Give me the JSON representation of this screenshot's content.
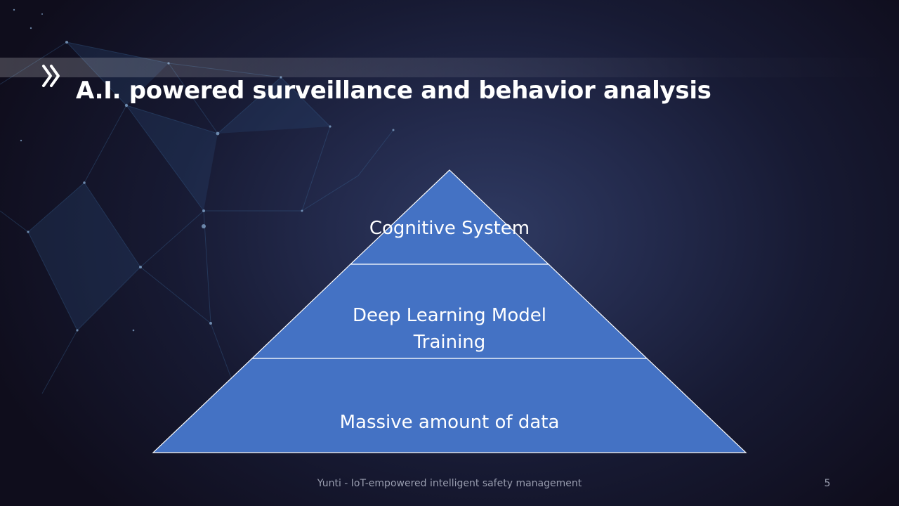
{
  "slide": {
    "title": "A.I. powered surveillance and behavior analysis",
    "title_icon": "double-chevron-right-icon",
    "footer": "Yunti - IoT-empowered intelligent safety management",
    "page_number": "5"
  },
  "pyramid": {
    "levels": [
      {
        "label": "Cognitive System",
        "lines": [
          "Cognitive System"
        ]
      },
      {
        "label": "Deep Learning Model Training",
        "lines": [
          "Deep Learning Model",
          "Training"
        ]
      },
      {
        "label": "Massive amount of data",
        "lines": [
          "Massive amount of data"
        ]
      }
    ]
  },
  "colors": {
    "accent": "#4472c4",
    "tier_border": "#ffffff",
    "background": "#1c2140",
    "text": "#ffffff",
    "footer_text": "#9a9eb0"
  }
}
